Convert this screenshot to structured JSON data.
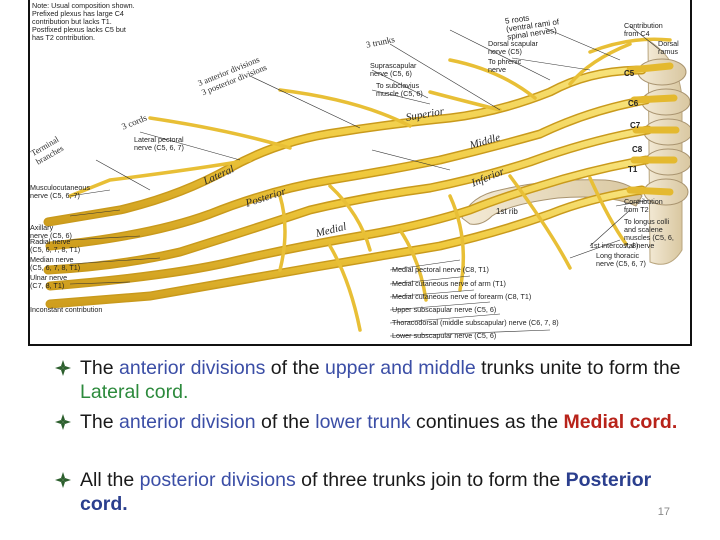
{
  "figure": {
    "note": "Note: Usual composition shown.\nPrefixed plexus has large C4\ncontribution but lacks T1.\nPostfixed plexus lacks C5 but\nhas T2 contribution.",
    "roots_label": "5 roots\n(ventral rami of\nspinal nerves)",
    "contribution_c4": "Contribution\nfrom C4",
    "trunks_label": "3 trunks",
    "divisions_label": "3 anterior divisions\n3 posterior divisions",
    "cords_label": "3 cords",
    "terminal_label": "Terminal\nbranches",
    "dorsal_scapular": "Dorsal scapular\nnerve (C5)",
    "dorsal_ramus": "Dorsal\nramus",
    "to_phrenic": "To phrenic\nnerve",
    "suprascapular": "Suprascapular\nnerve (C5, 6)",
    "subclavius": "To subclavius\nmuscle (C5, 6)",
    "lateral_pectoral": "Lateral pectoral\nnerve (C5, 6, 7)",
    "musculocutaneous": "Musculocutaneous\nnerve (C5, 6, 7)",
    "axillary": "Axillary\nnerve (C5, 6)",
    "radial": "Radial nerve\n(C5, 6, 7, 8, T1)",
    "median": "Median nerve\n(C5, 6, 7, 8, T1)",
    "ulnar": "Ulnar nerve\n(C7, 8, T1)",
    "inconstant": "Inconstant contribution",
    "superior": "Superior",
    "middle": "Middle",
    "inferior": "Inferior",
    "lateral": "Lateral",
    "posterior": "Posterior",
    "medial": "Medial",
    "first_rib": "1st rib",
    "contribution_t2": "Contribution\nfrom T2",
    "longus_colli": "To longus colli\nand scalene\nmuscles (C5, 6,\n7, 8)",
    "first_intercostal": "1st intercostal nerve",
    "long_thoracic": "Long thoracic\nnerve (C5, 6, 7)",
    "medial_pectoral": "Medial pectoral nerve (C8, T1)",
    "medial_cut_arm": "Medial cutaneous nerve of arm (T1)",
    "medial_cut_forearm": "Medial cutaneous nerve of forearm (C8, T1)",
    "upper_subscapular": "Upper subscapular nerve (C5, 6)",
    "thoracodorsal": "Thoracodorsal (middle subscapular) nerve (C6, 7, 8)",
    "lower_subscapular": "Lower subscapular nerve (C5, 6)",
    "vertebrae": [
      "C5",
      "C6",
      "C7",
      "C8",
      "T1"
    ]
  },
  "bullets": [
    {
      "parts": [
        {
          "text": "The ",
          "cls": ""
        },
        {
          "text": "anterior divisions",
          "cls": "hl-blue"
        },
        {
          "text": " of the ",
          "cls": ""
        },
        {
          "text": "upper and middle",
          "cls": "hl-blue"
        },
        {
          "text": " trunks unite to form the ",
          "cls": ""
        },
        {
          "text": "Lateral cord.",
          "cls": "hl-green"
        }
      ]
    },
    {
      "parts": [
        {
          "text": "The ",
          "cls": ""
        },
        {
          "text": "anterior division",
          "cls": "hl-blue"
        },
        {
          "text": " of the ",
          "cls": ""
        },
        {
          "text": "lower trunk",
          "cls": "hl-blue"
        },
        {
          "text": " continues as the ",
          "cls": ""
        },
        {
          "text": "Medial cord.",
          "cls": "hl-med-b"
        }
      ]
    },
    {
      "parts": [
        {
          "text": "All the ",
          "cls": ""
        },
        {
          "text": "posterior divisions",
          "cls": "hl-blue"
        },
        {
          "text": " of three trunks join to form the ",
          "cls": ""
        },
        {
          "text": "Posterior cord.",
          "cls": "hl-post-b"
        }
      ]
    }
  ],
  "slide_number": "17",
  "colors": {
    "nerve": "#f2cf45",
    "nerve_dark": "#c99a1c",
    "bone": "#e9dcc0",
    "bullet_mark": "#2c5f2d",
    "accent_blue": "#3b4ea6",
    "accent_green": "#2c8a3c",
    "accent_red": "#b8231a"
  }
}
